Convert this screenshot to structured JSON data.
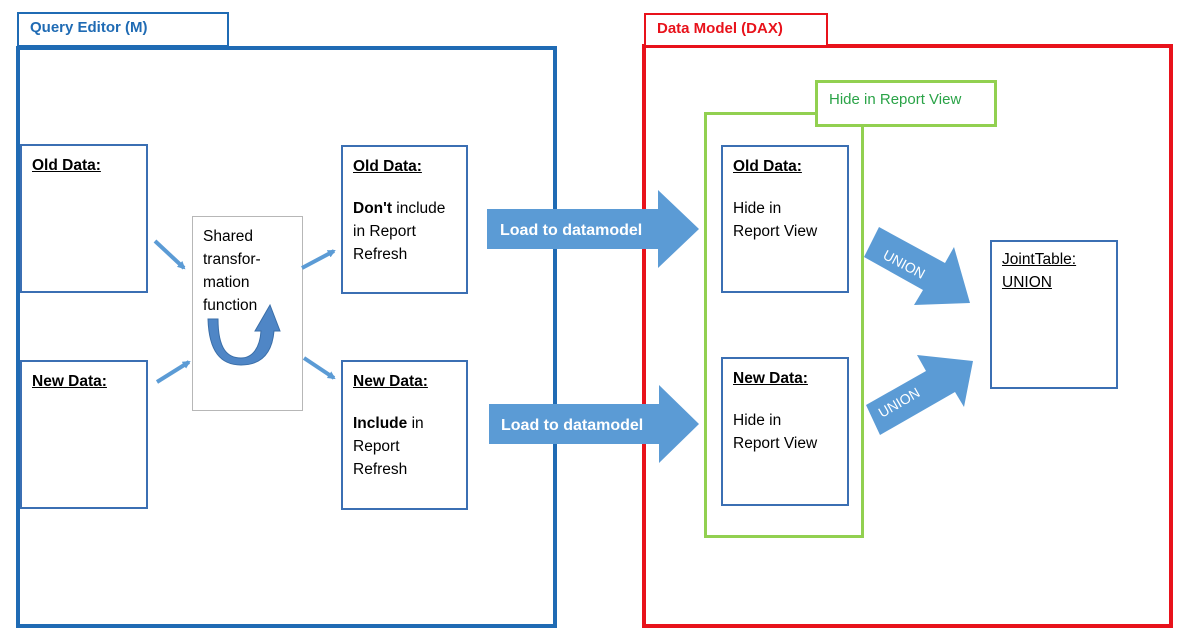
{
  "left_panel": {
    "title": "Query Editor (M)"
  },
  "right_panel": {
    "title": "Data Model  (DAX)"
  },
  "green_group": {
    "label": "Hide in Report View"
  },
  "left_old_box": {
    "title": "Old Data:"
  },
  "left_new_box": {
    "title": "New Data:"
  },
  "shared_box": {
    "line1": "Shared",
    "line2": "transfor-",
    "line3": "mation",
    "line4": "function"
  },
  "mid_old_box": {
    "title": "Old Data:",
    "bold": "Don't",
    "rest1": " include",
    "line2": "in Report",
    "line3": "Refresh"
  },
  "mid_new_box": {
    "title": "New Data:",
    "bold": "Include",
    "rest1": " in",
    "line2": "Report",
    "line3": "Refresh"
  },
  "load_arrows": [
    "Load to datamodel",
    "Load to datamodel"
  ],
  "dax_old_box": {
    "title": "Old Data:",
    "line1": "Hide in",
    "line2": "Report View"
  },
  "dax_new_box": {
    "title": "New Data:",
    "line1": "Hide in",
    "line2": "Report View"
  },
  "union_arrows": [
    "UNION",
    "UNION"
  ],
  "joint_table": {
    "line1": "JointTable:",
    "line2": "UNION"
  },
  "colors": {
    "blue_frame": "#1f6bb4",
    "red_frame": "#e8121b",
    "green_frame": "#92d050",
    "arrow_fill": "#5b9bd5"
  }
}
